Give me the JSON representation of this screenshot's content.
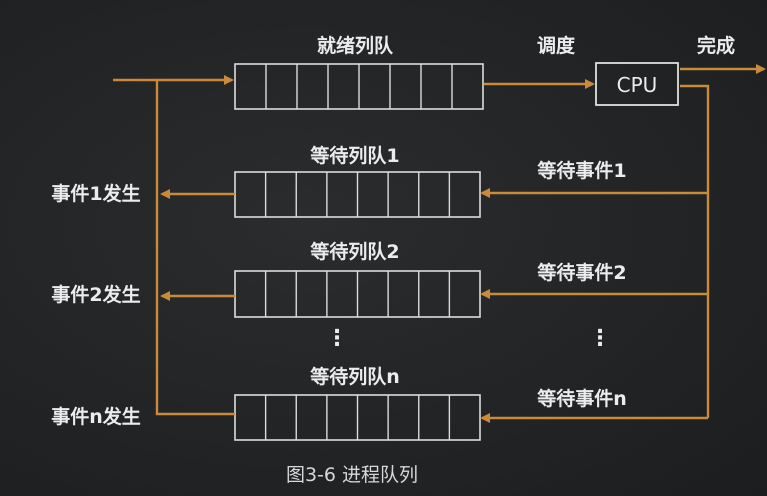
{
  "ready_queue": {
    "label": "就绪列队",
    "cells": 8
  },
  "schedule_label": "调度",
  "cpu_label": "CPU",
  "complete_label": "完成",
  "wait_queues": [
    {
      "label": "等待列队1",
      "wait_event": "等待事件1",
      "event_occurs": "事件1发生",
      "cells": 8
    },
    {
      "label": "等待列队2",
      "wait_event": "等待事件2",
      "event_occurs": "事件2发生",
      "cells": 8
    },
    {
      "label": "等待列队n",
      "wait_event": "等待事件n",
      "event_occurs": "事件n发生",
      "cells": 8
    }
  ],
  "ellipsis": "⋮",
  "caption": "图3-6 进程队列",
  "colors": {
    "arrow": "#c98a3c",
    "chalk": "#ececec",
    "background": "#222426"
  }
}
